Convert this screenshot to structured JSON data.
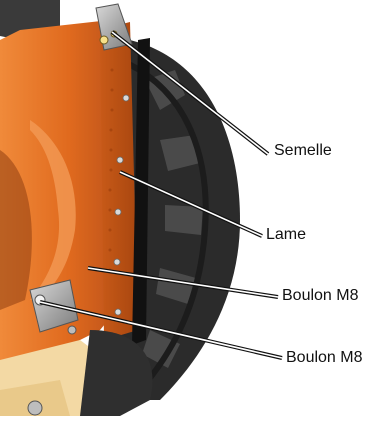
{
  "labels": {
    "semelle": "Semelle",
    "lame": "Lame",
    "boulon_1": "Boulon M8",
    "boulon_2": "Boulon M8"
  },
  "colors": {
    "frame_orange": "#e06a1e",
    "frame_orange_dark": "#b9501a",
    "frame_orange_light": "#f3a56b",
    "tire_dark": "#2b2b2b",
    "tire_mid": "#555555",
    "bracket_grey": "#8c8c8c",
    "beige_disc": "#f3d9a4"
  }
}
